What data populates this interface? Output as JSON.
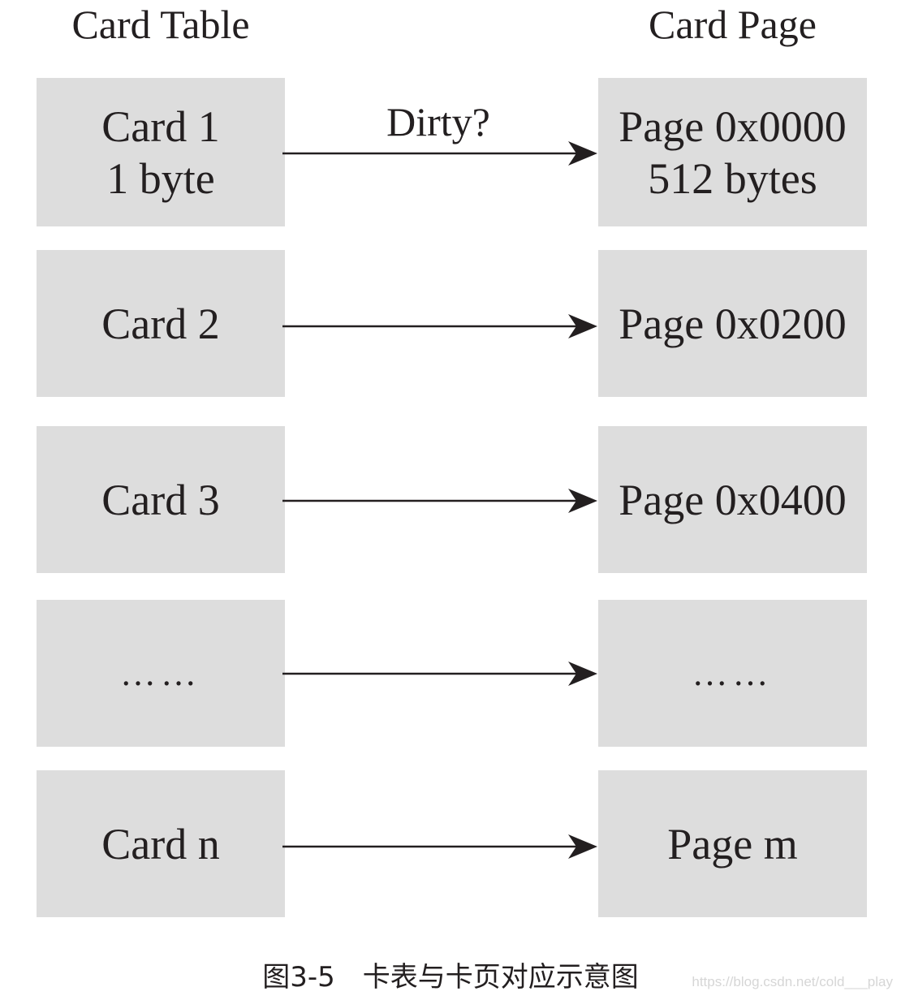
{
  "headers": {
    "left": "Card Table",
    "right": "Card Page"
  },
  "edge_label": "Dirty?",
  "rows": [
    {
      "card": [
        "Card 1",
        "1 byte"
      ],
      "page": [
        "Page 0x0000",
        "512 bytes"
      ]
    },
    {
      "card": [
        "Card 2"
      ],
      "page": [
        "Page 0x0200"
      ]
    },
    {
      "card": [
        "Card 3"
      ],
      "page": [
        "Page 0x0400"
      ]
    },
    {
      "card": [
        "……"
      ],
      "page": [
        "……"
      ]
    },
    {
      "card": [
        "Card n"
      ],
      "page": [
        "Page m"
      ]
    }
  ],
  "caption": "图3-5　卡表与卡页对应示意图",
  "watermark": "https://blog.csdn.net/cold___play"
}
